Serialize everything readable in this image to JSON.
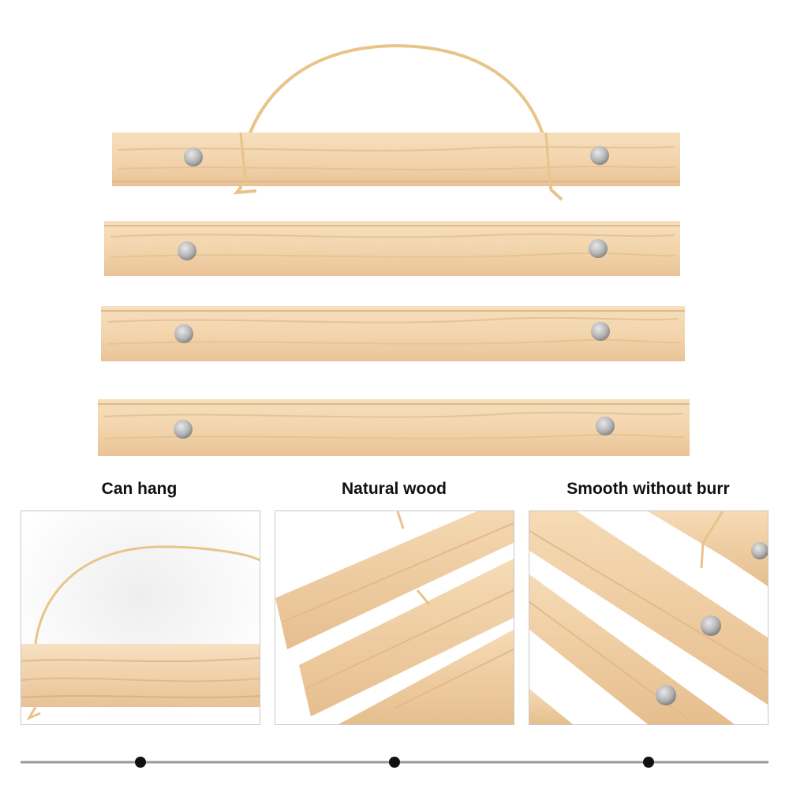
{
  "features": [
    {
      "caption": "Can hang"
    },
    {
      "caption": "Natural wood"
    },
    {
      "caption": "Smooth without burr"
    }
  ],
  "colors": {
    "wood": "#f3d7b0",
    "wood_dark": "#e3bb8c",
    "string": "#e8c489",
    "magnet": "#b9b9b9",
    "panel_border": "#c8c8c8",
    "timeline_line": "#9a9a9a",
    "timeline_dot": "#111111"
  },
  "product": {
    "bar_count": 4,
    "magnets_per_bar": 2
  }
}
